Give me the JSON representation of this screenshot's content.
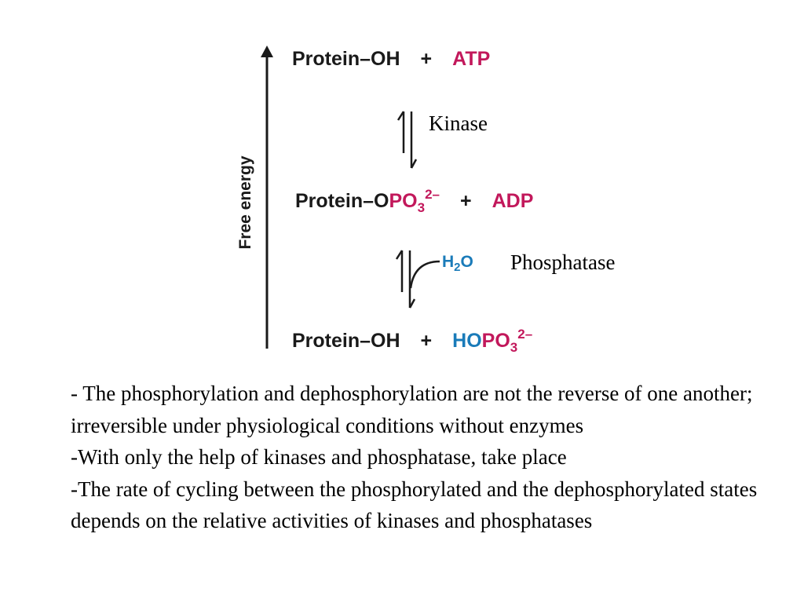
{
  "diagram": {
    "axis_label": "Free energy",
    "row1": {
      "protein": "Protein–OH",
      "plus": "+",
      "reagent": "ATP"
    },
    "row2": {
      "protein_prefix": "Protein–O",
      "phosphate": "PO",
      "phosphate_sub": "3",
      "phosphate_charge": "2–",
      "plus": "+",
      "product": "ADP"
    },
    "row3": {
      "protein": "Protein–OH",
      "plus": "+",
      "ho": "HO",
      "phosphate": "PO",
      "phosphate_sub": "3",
      "phosphate_charge": "2–"
    },
    "step1_enzyme": "Kinase",
    "step2_enzyme": "Phosphatase",
    "water": {
      "symbol": "H",
      "sub": "2",
      "tail": "O"
    },
    "colors": {
      "atp_adp_phosphate": "#c2185b",
      "water_ho": "#1a7bb9",
      "text": "#1a1a1a"
    }
  },
  "notes": [
    "- The phosphorylation and dephosphorylation are not the reverse of one another; irreversible under physiological conditions without enzymes",
    "-With only the help of kinases and phosphatase, take place",
    "-The rate of cycling between the phosphorylated and the dephosphorylated states depends on the relative activities of kinases and phosphatases"
  ]
}
